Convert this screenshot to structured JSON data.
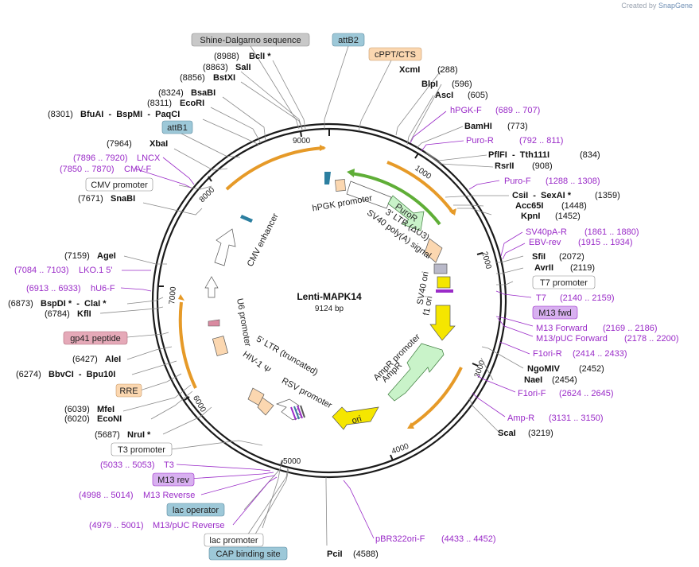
{
  "credit": {
    "prefix": "Created by",
    "brand": "SnapGene"
  },
  "plasmid": {
    "name": "Lenti-MAPK14",
    "size": "9124 bp"
  },
  "ticks": [
    "1000",
    "2000",
    "3000",
    "4000",
    "5000",
    "6000",
    "7000",
    "8000",
    "9000"
  ],
  "sites": [
    {
      "pos": "(8988)",
      "name": "BclI *"
    },
    {
      "pos": "(8863)",
      "name": "SalI"
    },
    {
      "pos": "(8856)",
      "name": "BstXI"
    },
    {
      "pos": "(8324)",
      "name": "BsaBI"
    },
    {
      "pos": "(8311)",
      "name": "EcoRI"
    },
    {
      "pos": "(8301)",
      "name": "BfuAI  -  BspMI  -  PaqCI"
    },
    {
      "pos": "(7964)",
      "name": "XbaI"
    },
    {
      "pos": "(7671)",
      "name": "SnaBI"
    },
    {
      "pos": "(7159)",
      "name": "AgeI"
    },
    {
      "pos": "(6873)",
      "name": "BspDI *  -  ClaI *"
    },
    {
      "pos": "(6784)",
      "name": "KflI"
    },
    {
      "pos": "(6427)",
      "name": "AleI"
    },
    {
      "pos": "(6274)",
      "name": "BbvCI  -  Bpu10I"
    },
    {
      "pos": "(6039)",
      "name": "MfeI"
    },
    {
      "pos": "(6020)",
      "name": "EcoNI"
    },
    {
      "pos": "(5687)",
      "name": "NruI *"
    },
    {
      "pos": "(288)",
      "name": "XcmI"
    },
    {
      "pos": "(596)",
      "name": "BlpI"
    },
    {
      "pos": "(605)",
      "name": "AscI"
    },
    {
      "pos": "(773)",
      "name": "BamHI"
    },
    {
      "pos": "(834)",
      "name": "PflFI  -  Tth111I"
    },
    {
      "pos": "(908)",
      "name": "RsrII"
    },
    {
      "pos": "(1359)",
      "name": "CsiI  -  SexAI *"
    },
    {
      "pos": "(1448)",
      "name": "Acc65I"
    },
    {
      "pos": "(1452)",
      "name": "KpnI"
    },
    {
      "pos": "(2072)",
      "name": "SfiI"
    },
    {
      "pos": "(2119)",
      "name": "AvrII"
    },
    {
      "pos": "(2452)",
      "name": "NgoMIV"
    },
    {
      "pos": "(2454)",
      "name": "NaeI"
    },
    {
      "pos": "(3219)",
      "name": "ScaI"
    },
    {
      "pos": "(4588)",
      "name": "PciI"
    }
  ],
  "primers": [
    {
      "name": "hPGK-F",
      "range": "(689 .. 707)"
    },
    {
      "name": "Puro-R",
      "range": "(792 .. 811)"
    },
    {
      "name": "Puro-F",
      "range": "(1288 .. 1308)"
    },
    {
      "name": "SV40pA-R",
      "range": "(1861 .. 1880)"
    },
    {
      "name": "EBV-rev",
      "range": "(1915 .. 1934)"
    },
    {
      "name": "T7",
      "range": "(2140 .. 2159)"
    },
    {
      "name": "M13 Forward",
      "range": "(2169 .. 2186)"
    },
    {
      "name": "M13/pUC Forward",
      "range": "(2178 .. 2200)"
    },
    {
      "name": "F1ori-R",
      "range": "(2414 .. 2433)"
    },
    {
      "name": "F1ori-F",
      "range": "(2624 .. 2645)"
    },
    {
      "name": "Amp-R",
      "range": "(3131 .. 3150)"
    },
    {
      "name": "pBR322ori-F",
      "range": "(4433 .. 4452)"
    },
    {
      "name": "LNCX",
      "range": "(7896 .. 7920)"
    },
    {
      "name": "CMV-F",
      "range": "(7850 .. 7870)"
    },
    {
      "name": "LKO.1 5'",
      "range": "(7084 .. 7103)"
    },
    {
      "name": "hU6-F",
      "range": "(6913 .. 6933)"
    },
    {
      "name": "T3",
      "range": "(5033 .. 5053)"
    },
    {
      "name": "M13 Reverse",
      "range": "(4998 .. 5014)"
    },
    {
      "name": "M13/pUC Reverse",
      "range": "(4979 .. 5001)"
    }
  ],
  "boxed": {
    "shine": "Shine-Dalgarno sequence",
    "attB2": "attB2",
    "cppt": "cPPT/CTS",
    "attB1": "attB1",
    "cmv_promoter": "CMV promoter",
    "t7_promoter": "T7 promoter",
    "m13_fwd": "M13 fwd",
    "gp41": "gp41 peptide",
    "rre": "RRE",
    "t3_promoter": "T3 promoter",
    "m13_rev": "M13 rev",
    "lac_operator": "lac operator",
    "lac_promoter": "lac promoter",
    "cap_site": "CAP binding site"
  },
  "features": {
    "hpgk": "hPGK promoter",
    "puror": "PuroR",
    "ltr3": "3' LTR (ΔU3)",
    "sv40pa": "SV40 poly(A) signal",
    "sv40ori": "SV40 ori",
    "f1ori": "f1 ori",
    "amppromoter": "AmpR promoter",
    "ampr": "AmpR",
    "ori": "ori",
    "rsv": "RSV promoter",
    "ltr5": "5' LTR (truncated)",
    "hiv": "HIV-1 Ψ",
    "u6": "U6 promoter",
    "cmvenh": "CMV enhancer"
  },
  "colors": {
    "backbone": "#1a1a1a",
    "primer": "#9a2bc8",
    "orange": "#e69a28",
    "green": "#5fae37",
    "yellow": "#f5e600",
    "peach": "#fbd7b0",
    "mint": "#c9f3c9"
  }
}
